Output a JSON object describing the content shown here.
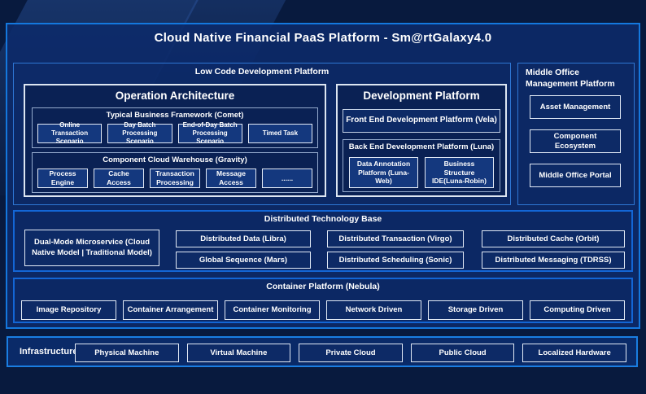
{
  "title": "Cloud Native Financial PaaS Platform - Sm@rtGalaxy4.0",
  "accent_colors": {
    "outer_border": "#1478de",
    "section_border": "#1366d6",
    "panel_border": "#2e76d4",
    "box_border": "#dde6f2",
    "panel_background": "#0a2a68",
    "leaf_background": "#14387e",
    "text": "#ffffff"
  },
  "low_code_platform": {
    "label": "Low Code Development Platform",
    "operation_architecture": {
      "title": "Operation Architecture",
      "typical_business_framework": {
        "title": "Typical Business Framework (Comet)",
        "items": [
          "Online Transaction Scenario",
          "Day Batch Processing Scenario",
          "End-of-Day Batch Processing Scenario",
          "Timed Task"
        ]
      },
      "component_cloud_warehouse": {
        "title": "Component Cloud Warehouse (Gravity)",
        "items": [
          "Process Engine",
          "Cache Access",
          "Transaction Processing",
          "Message Access",
          "......"
        ]
      }
    },
    "development_platform": {
      "title": "Development Platform",
      "front_end": "Front End Development Platform (Vela)",
      "back_end": {
        "title": "Back End Development Platform (Luna)",
        "items": [
          "Data Annotation Platform (Luna-Web)",
          "Business Structure IDE(Luna-Robin)"
        ]
      }
    }
  },
  "middle_office": {
    "label": "Middle Office Management Platform",
    "items": [
      "Asset Management",
      "Component Ecosystem",
      "Middle Office Portal"
    ]
  },
  "distributed_base": {
    "label": "Distributed Technology Base",
    "dual_mode": "Dual-Mode Microservice (Cloud Native Model | Traditional Model)",
    "items": [
      "Distributed Data (Libra)",
      "Global Sequence (Mars)",
      "Distributed Transaction (Virgo)",
      "Distributed Scheduling (Sonic)",
      "Distributed Cache (Orbit)",
      "Distributed Messaging (TDRSS)"
    ]
  },
  "container_platform": {
    "label": "Container Platform (Nebula)",
    "items": [
      "Image Repository",
      "Container Arrangement",
      "Container Monitoring",
      "Network Driven",
      "Storage Driven",
      "Computing Driven"
    ]
  },
  "infrastructure": {
    "label": "Infrastructure",
    "items": [
      "Physical Machine",
      "Virtual Machine",
      "Private Cloud",
      "Public Cloud",
      "Localized Hardware"
    ]
  }
}
